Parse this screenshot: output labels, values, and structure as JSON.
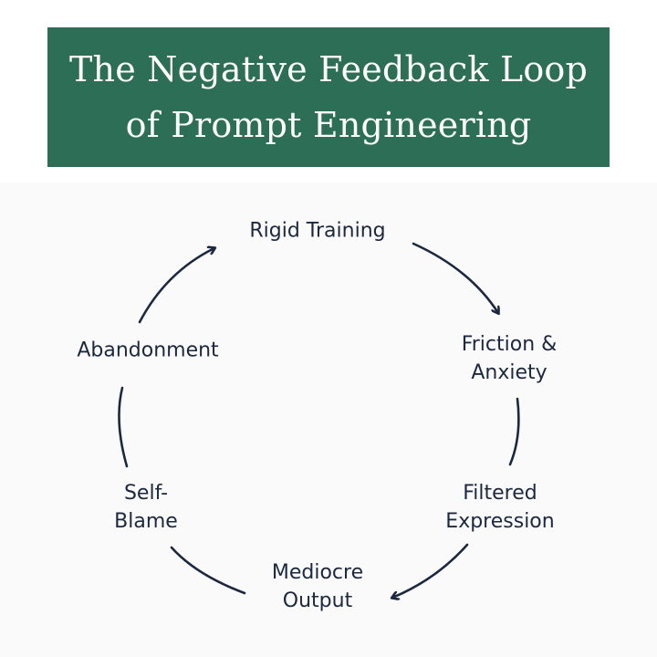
{
  "title": "The Negative Feedback Loop of Prompt Engineering",
  "nodes": [
    "Rigid Training",
    "Friction &\nAnxiety",
    "Filtered\nExpression",
    "Mediocre\nOutput",
    "Self-\nBlame",
    "Abandonment"
  ],
  "colors": {
    "banner": "#2d6e57",
    "banner_text": "#ffffff",
    "text": "#1c2840",
    "arrow": "#1c2840",
    "background": "#fafafa"
  }
}
